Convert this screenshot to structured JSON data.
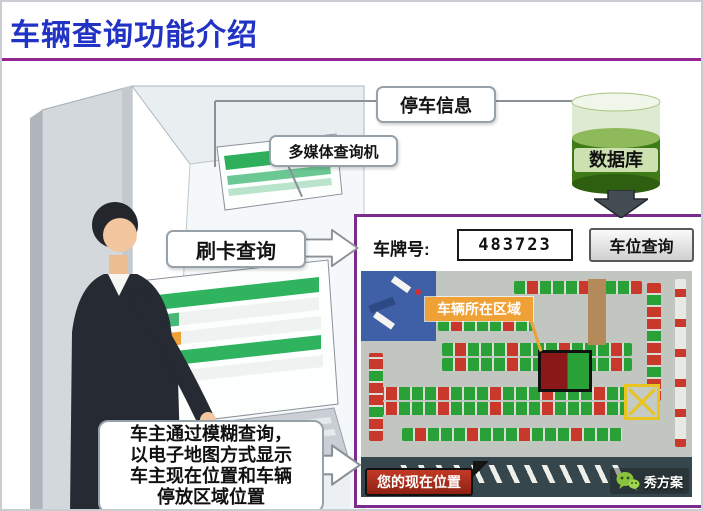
{
  "slide": {
    "title": "车辆查询功能介绍"
  },
  "callouts": {
    "parking_info": "停车信息",
    "multimedia_kiosk": "多媒体查询机",
    "card_query": "刷卡查询",
    "description_lines": [
      "车主通过模糊查询，",
      "以电子地图方式显示",
      "车主现在位置和车辆",
      "停放区域位置"
    ]
  },
  "database": {
    "label": "数据库"
  },
  "query_panel": {
    "plate_label": "车牌号:",
    "plate_value": "483723",
    "search_button": "车位查询"
  },
  "map_labels": {
    "vehicle_area": "车辆所在区域",
    "current_location": "您的现在位置"
  },
  "watermark": {
    "text": "秀方案"
  },
  "colors": {
    "title_blue": "#2133C4",
    "divider_purple": "#93278F",
    "panel_border_purple": "#7B2D8E",
    "db_green": "#3E7A17",
    "accent_orange": "#F0A135",
    "location_red": "#B23222",
    "wechat_green": "#89C33E"
  }
}
